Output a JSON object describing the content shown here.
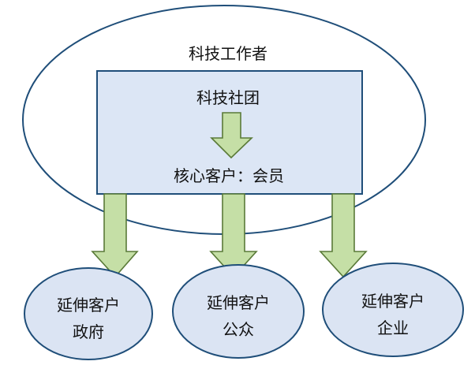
{
  "outer": {
    "label": "科技工作者"
  },
  "inner": {
    "title": "科技社团",
    "core": "核心客户：会员"
  },
  "nodes": [
    {
      "line1": "延伸客户",
      "line2": "政府"
    },
    {
      "line1": "延伸客户",
      "line2": "公众"
    },
    {
      "line1": "延伸客户",
      "line2": "企业"
    }
  ],
  "colors": {
    "outline": "#1f4e79",
    "box_fill": "#dce6f5",
    "ellipse_fill": "#dbe4f3",
    "arrow_fill": "#c5dfa6",
    "arrow_stroke": "#5a7a38"
  }
}
